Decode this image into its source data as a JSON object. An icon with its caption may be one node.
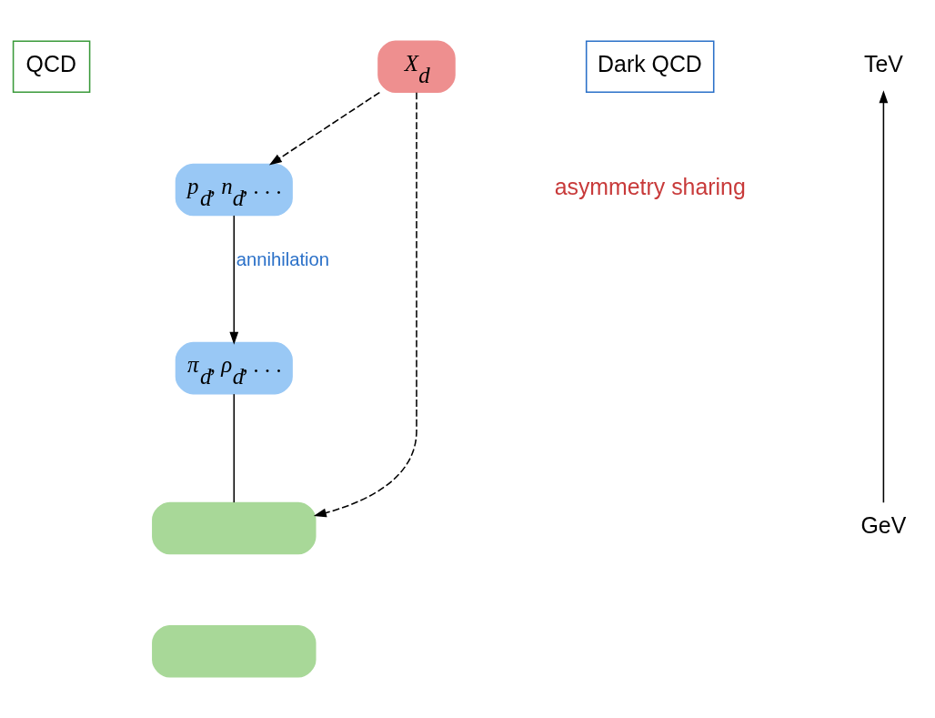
{
  "diagram": {
    "nodes": [
      {
        "text": [
          "QCD"
        ]
      },
      {
        "text": [
          "Dark QCD"
        ]
      },
      {
        "text": [
          "X$_{d}$"
        ]
      },
      {
        "text": [
          "p$_{d}$, n$_{d}$, . . ."
        ]
      },
      {
        "text": [
          "π$_{d}$, ρ$_{d}$, . . ."
        ]
      },
      {
        "text": [],
        "shape": "box"
      },
      {
        "text": [],
        "shape": "box"
      }
    ],
    "edges": [
      {
        "from": 2,
        "to": 5,
        "arrow": "to",
        "style": "dashed"
      },
      {
        "from": 2,
        "to": 3,
        "arrow": "to",
        "style": "dashed"
      },
      {
        "from": 3,
        "to": 4,
        "arrow": "to",
        "label": "annihilation"
      },
      {
        "from": 4,
        "to": 5,
        "arrow": "none"
      }
    ],
    "labels": [
      "TeV",
      "GeV",
      "asymmetry sharing"
    ]
  }
}
